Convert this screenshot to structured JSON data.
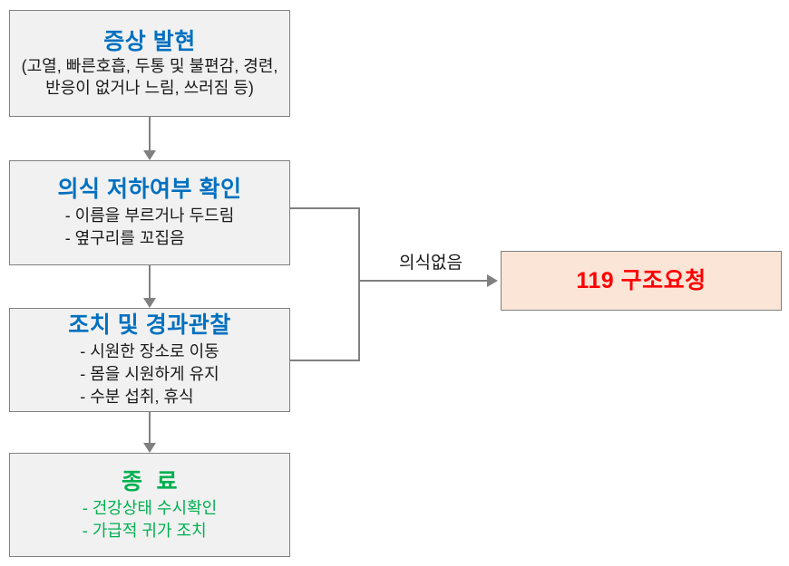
{
  "flowchart": {
    "nodes": {
      "symptom": {
        "title": "증상 발현",
        "line1": "(고열, 빠른호흡, 두통 및 불편감, 경련,",
        "line2": "반응이 없거나 느림, 쓰러짐 등)"
      },
      "consciousness": {
        "title": "의식 저하여부 확인",
        "bullets": [
          "- 이름을 부르거나 두드림",
          "- 옆구리를 꼬집음"
        ]
      },
      "action": {
        "title": "조치 및 경과관찰",
        "bullets": [
          "- 시원한 장소로 이동",
          "- 몸을 시원하게 유지",
          "- 수분 섭취, 휴식"
        ]
      },
      "end": {
        "title": "종  료",
        "bullets": [
          "- 건강상태 수시확인",
          "- 가급적 귀가 조치"
        ]
      },
      "rescue": {
        "title": "119 구조요청"
      }
    },
    "edges": {
      "no_consciousness_label": "의식없음"
    },
    "colors": {
      "node_bg": "#f1f1f1",
      "node_border": "#808080",
      "title_blue": "#0070c0",
      "title_green": "#00b050",
      "rescue_red": "#ff0000",
      "rescue_bg": "#fbe5d6",
      "connector_gray": "#808080",
      "body_text": "#1a1a1a"
    }
  }
}
